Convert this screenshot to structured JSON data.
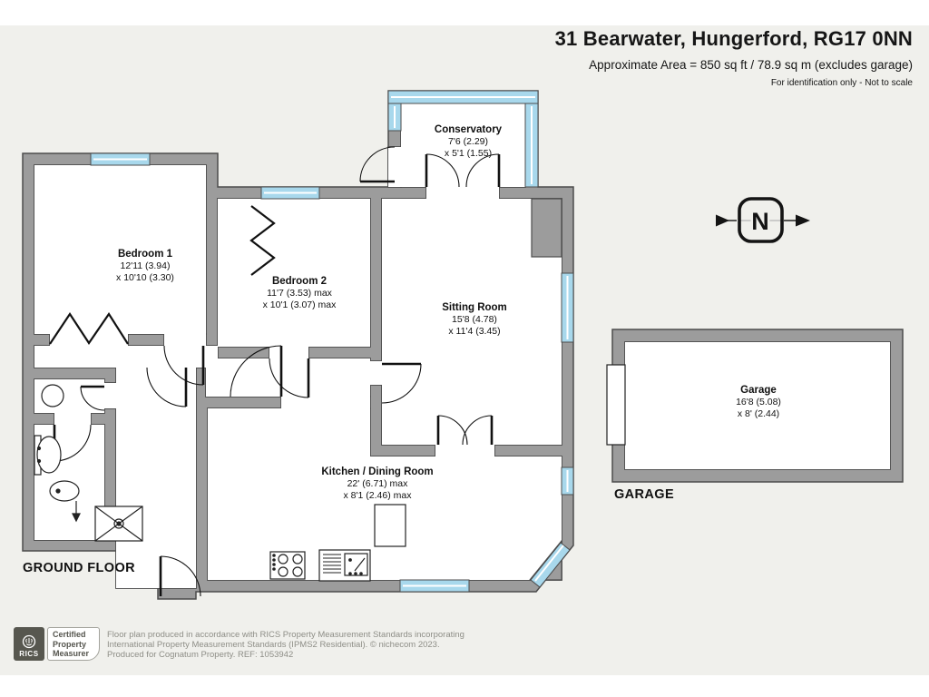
{
  "header": {
    "title": "31 Bearwater, Hungerford, RG17 0NN",
    "area": "Approximate Area = 850 sq ft / 78.9 sq m (excludes garage)",
    "note": "For identification only - Not to scale"
  },
  "rooms": [
    {
      "name": "Bedroom 1",
      "dim1": "12'11 (3.94)",
      "dim2": "x 10'10 (3.30)"
    },
    {
      "name": "Bedroom 2",
      "dim1": "11'7 (3.53) max",
      "dim2": "x 10'1 (3.07) max"
    },
    {
      "name": "Conservatory",
      "dim1": "7'6 (2.29)",
      "dim2": "x 5'1 (1.55)"
    },
    {
      "name": "Sitting Room",
      "dim1": "15'8 (4.78)",
      "dim2": "x 11'4 (3.45)"
    },
    {
      "name": "Kitchen / Dining Room",
      "dim1": "22' (6.71) max",
      "dim2": "x 8'1 (2.46) max"
    },
    {
      "name": "Garage",
      "dim1": "16'8 (5.08)",
      "dim2": "x 8' (2.44)"
    }
  ],
  "floor_label": "GROUND FLOOR",
  "garage_label": "GARAGE",
  "compass": {
    "letter": "N"
  },
  "footer": {
    "rics": "RICS",
    "cert_lines": [
      "Certified",
      "Property",
      "Measurer"
    ],
    "disclaimer": [
      "Floor plan produced in accordance with RICS Property Measurement Standards incorporating",
      "International Property Measurement Standards (IPMS2 Residential).   © nichecom 2023.",
      "Produced for Cognatum Property.    REF:  1053942"
    ]
  },
  "colors": {
    "wall": "#9c9c9c",
    "wall_outline": "#4c4c4c",
    "window": "#a8d8ec",
    "background_band": "#f0f0ec",
    "text": "#161616",
    "footer_text": "#8e8e87",
    "footer_dark": "#57574f"
  }
}
